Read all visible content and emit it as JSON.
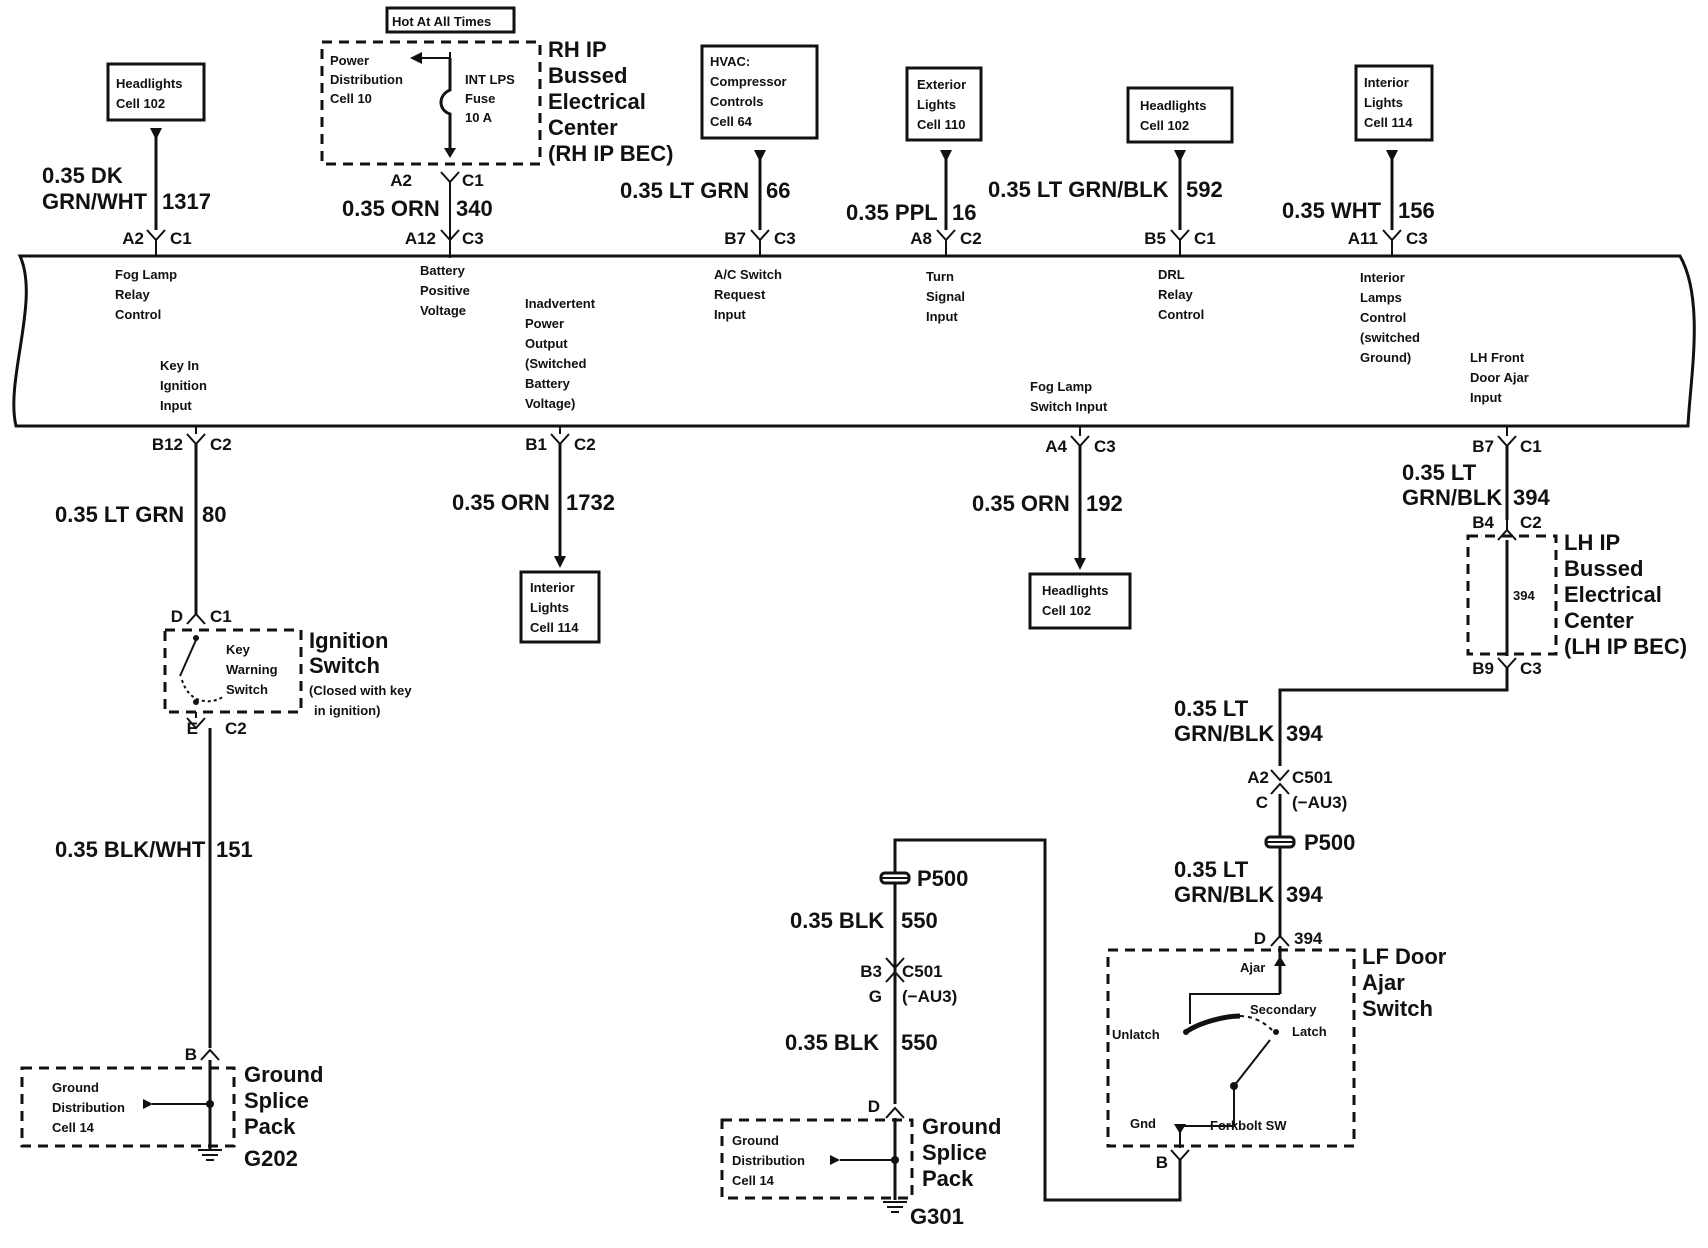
{
  "hot_label": "Hot At All Times",
  "power_dist": [
    "Power",
    "Distribution",
    "Cell 10"
  ],
  "fuse": [
    "INT LPS",
    "Fuse",
    "10 A"
  ],
  "rh_bec": [
    "RH IP",
    "Bussed",
    "Electrical",
    "Center",
    "(RH IP BEC)"
  ],
  "lh_bec": [
    "LH IP",
    "Bussed",
    "Electrical",
    "Center",
    "(LH IP BEC)"
  ],
  "refs": {
    "headlights_top1": [
      "Headlights",
      "Cell 102"
    ],
    "hvac": [
      "HVAC:",
      "Compressor",
      "Controls",
      "Cell 64"
    ],
    "exterior": [
      "Exterior",
      "Lights",
      "Cell 110"
    ],
    "headlights_top2": [
      "Headlights",
      "Cell 102"
    ],
    "interior_top": [
      "Interior",
      "Lights",
      "Cell 114"
    ],
    "interior_bottom": [
      "Interior",
      "Lights",
      "Cell 114"
    ],
    "headlights_bottom": [
      "Headlights",
      "Cell 102"
    ]
  },
  "top_circuits": [
    {
      "wire": [
        "0.35 DK",
        "GRN/WHT"
      ],
      "circuit": "1317",
      "pin": "A2",
      "conn": "C1",
      "func": [
        "Fog Lamp",
        "Relay",
        "Control"
      ]
    },
    {
      "wire": [
        "0.35 ORN"
      ],
      "circuit": "340",
      "pin": "A12",
      "conn": "C3",
      "pin_top": "A2",
      "conn_top": "C1",
      "func": [
        "Battery",
        "Positive",
        "Voltage"
      ]
    },
    {
      "wire": [
        "0.35 LT GRN"
      ],
      "circuit": "66",
      "pin": "B7",
      "conn": "C3",
      "func": [
        "A/C Switch",
        "Request",
        "Input"
      ]
    },
    {
      "wire": [
        "0.35 PPL"
      ],
      "circuit": "16",
      "pin": "A8",
      "conn": "C2",
      "func": [
        "Turn",
        "Signal",
        "Input"
      ]
    },
    {
      "wire": [
        "0.35 LT GRN/BLK"
      ],
      "circuit": "592",
      "pin": "B5",
      "conn": "C1",
      "func": [
        "DRL",
        "Relay",
        "Control"
      ]
    },
    {
      "wire": [
        "0.35 WHT"
      ],
      "circuit": "156",
      "pin": "A11",
      "conn": "C3",
      "func": [
        "Interior",
        "Lamps",
        "Control",
        "(switched",
        "Ground)"
      ]
    }
  ],
  "bottom_funcs": {
    "key_in": [
      "Key In",
      "Ignition",
      "Input"
    ],
    "inadvertent": [
      "Inadvertent",
      "Power",
      "Output",
      "(Switched",
      "Battery",
      "Voltage)"
    ],
    "fog_switch": [
      "Fog Lamp",
      "Switch Input"
    ],
    "lh_door": [
      "LH Front",
      "Door Ajar",
      "Input"
    ]
  },
  "bottom_circuits": [
    {
      "pin": "B12",
      "conn": "C2",
      "wire": "0.35 LT GRN",
      "circuit": "80"
    },
    {
      "pin": "B1",
      "conn": "C2",
      "wire": "0.35 ORN",
      "circuit": "1732"
    },
    {
      "pin": "A4",
      "conn": "C3",
      "wire": "0.35 ORN",
      "circuit": "192"
    },
    {
      "pin": "B7",
      "conn": "C1",
      "wire": [
        "0.35 LT",
        "GRN/BLK"
      ],
      "circuit": "394"
    }
  ],
  "ignition": {
    "pin_top": "D",
    "conn_top": "C1",
    "pin_bot": "E",
    "conn_bot": "C2",
    "name": [
      "Ignition",
      "Switch"
    ],
    "note": [
      "(Closed with key",
      "in ignition)"
    ],
    "inner": [
      "Key",
      "Warning",
      "Switch"
    ],
    "wire": "0.35 BLK/WHT",
    "circuit": "151"
  },
  "lh_bec_pins": {
    "b4": "B4",
    "c2": "C2",
    "b9": "B9",
    "c3": "C3",
    "inner": "394"
  },
  "after_bec": {
    "wire": [
      "0.35 LT",
      "GRN/BLK"
    ],
    "circuit": "394",
    "a2": "A2",
    "c501": "C501",
    "c": "C",
    "au3": "(−AU3)",
    "p500": "P500"
  },
  "door_wire": {
    "wire": [
      "0.35 LT",
      "GRN/BLK"
    ],
    "circuit": "394",
    "pin_d": "D",
    "circ_d": "394"
  },
  "door_switch": {
    "name": [
      "LF Door",
      "Ajar",
      "Switch"
    ],
    "ajar": "Ajar",
    "unlatch": "Unlatch",
    "secondary": "Secondary",
    "latch": "Latch",
    "gnd": "Gnd",
    "forkbolt": "Forkbolt SW",
    "pin_b": "B"
  },
  "ground_mid": {
    "p500": "P500",
    "wire1": "0.35 BLK",
    "circ1": "550",
    "b3": "B3",
    "c501": "C501",
    "g": "G",
    "au3": "(−AU3)",
    "wire2": "0.35  BLK",
    "circ2": "550",
    "pin_d": "D"
  },
  "gsp_left": {
    "pin": "B",
    "name": [
      "Ground",
      "Splice",
      "Pack"
    ],
    "dist": [
      "Ground",
      "Distribution",
      "Cell 14"
    ],
    "ground": "G202"
  },
  "gsp_mid": {
    "name": [
      "Ground",
      "Splice",
      "Pack"
    ],
    "dist": [
      "Ground",
      "Distribution",
      "Cell 14"
    ],
    "ground": "G301"
  }
}
